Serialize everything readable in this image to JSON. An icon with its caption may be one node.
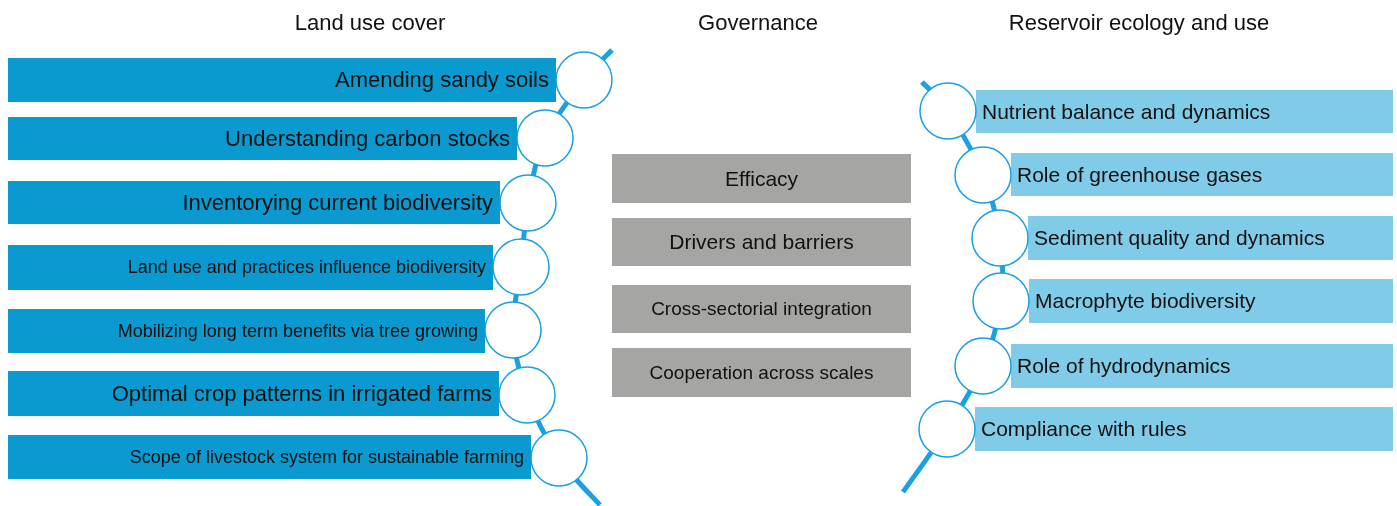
{
  "diagram": {
    "nodes": [
      {
        "text": [
          "Amending sandy soils"
        ]
      },
      {
        "text": [
          "Understanding carbon stocks"
        ]
      },
      {
        "text": [
          "Inventorying current biodiversity"
        ]
      },
      {
        "text": [
          "Land use and practices influence biodiversity"
        ]
      },
      {
        "text": [
          "Mobilizing long term benefits via tree growing"
        ]
      },
      {
        "text": [
          "Optimal crop patterns in irrigated farms"
        ]
      },
      {
        "text": [
          "Scope of livestock system for sustainable farming"
        ]
      },
      {
        "text": [
          "Efficacy"
        ]
      },
      {
        "text": [
          "Drivers and barriers"
        ]
      },
      {
        "text": [
          "Cross-sectorial integration"
        ]
      },
      {
        "text": [
          "Cooperation across scales"
        ]
      },
      {
        "text": [
          "Nutrient balance and dynamics"
        ]
      },
      {
        "text": [
          "Role of greenhouse gases"
        ]
      },
      {
        "text": [
          "Sediment quality and dynamics"
        ]
      },
      {
        "text": [
          "Macrophyte biodiversity"
        ]
      },
      {
        "text": [
          "Role of hydrodynamics"
        ]
      },
      {
        "text": [
          "Compliance with rules"
        ]
      }
    ],
    "labels": [
      "Land use cover",
      "Governance",
      "Reservoir ecology and use"
    ]
  }
}
